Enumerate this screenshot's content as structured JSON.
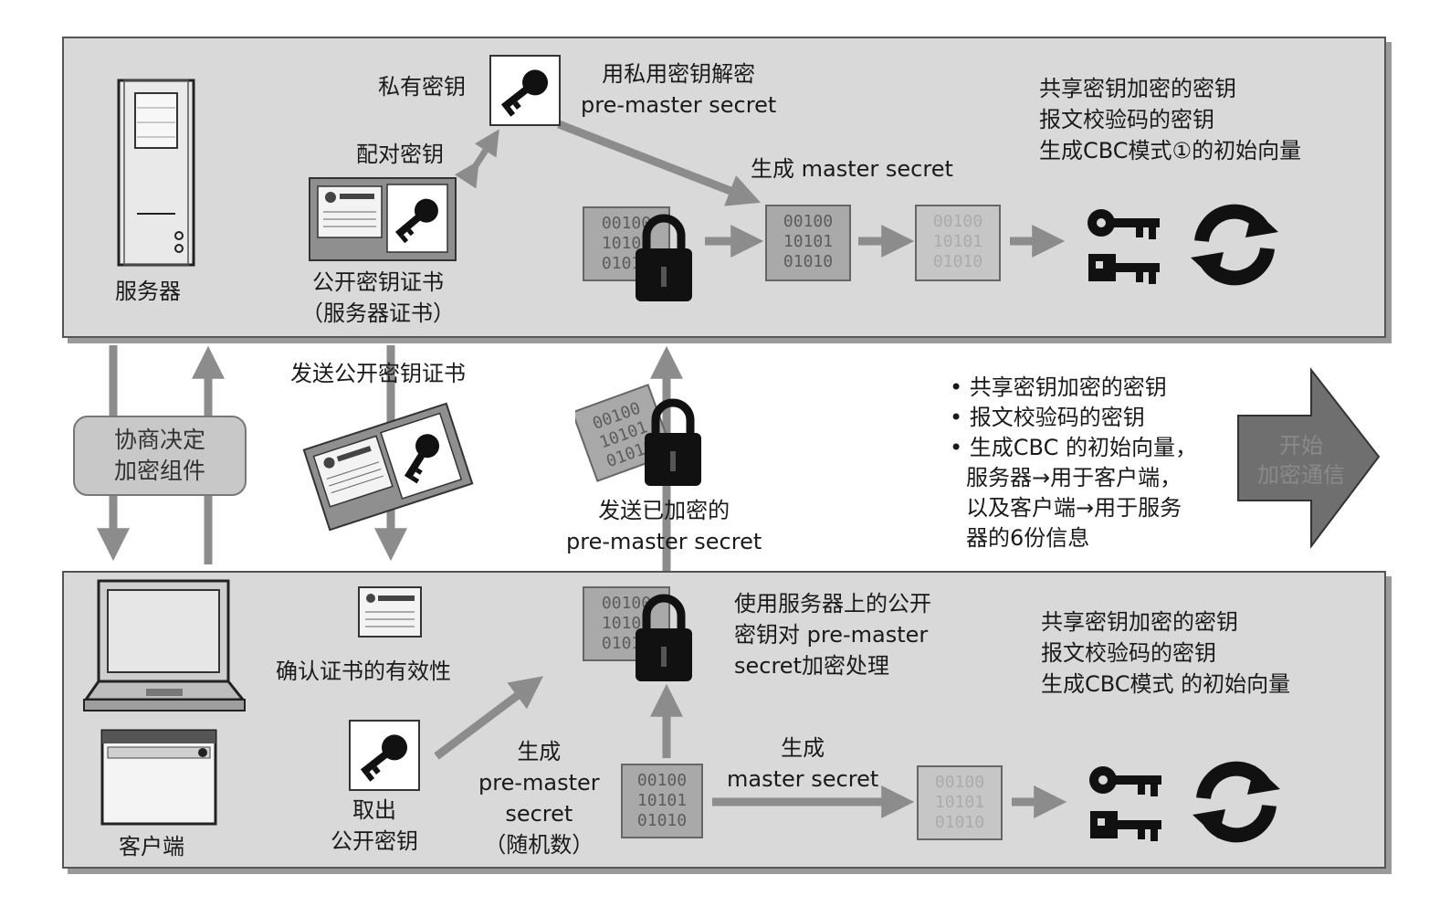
{
  "server": {
    "label": "服务器",
    "private_key": "私有密钥",
    "decrypt_line1": "用私用密钥解密",
    "decrypt_line2": "pre-master secret",
    "pair_key": "配对密钥",
    "cert_line1": "公开密钥证书",
    "cert_line2": "（服务器证书）",
    "gen_master": "生成 master secret",
    "keys_line1": "共享密钥加密的密钥",
    "keys_line2": "报文校验码的密钥",
    "keys_line3": "生成CBC模式①的初始向量"
  },
  "middle": {
    "negotiate_line1": "协商决定",
    "negotiate_line2": "加密组件",
    "send_cert": "发送公开密钥证书",
    "send_enc_line1": "发送已加密的",
    "send_enc_line2": "pre-master secret",
    "bullet1": "共享密钥加密的密钥",
    "bullet2": "报文校验码的密钥",
    "bullet3": "生成CBC 的初始向量，",
    "bullet3_cont1": "服务器→用于客户端，",
    "bullet3_cont2": "以及客户端→用于服务",
    "bullet3_cont3": "器的6份信息",
    "start_line1": "开始",
    "start_line2": "加密通信"
  },
  "client": {
    "label": "客户端",
    "verify_cert": "确认证书的有效性",
    "encrypt_line1": "使用服务器上的公开",
    "encrypt_line2": "密钥对 pre-master",
    "encrypt_line3": "secret加密处理",
    "take_key_line1": "取出",
    "take_key_line2": "公开密钥",
    "gen_pre_line1": "生成",
    "gen_pre_line2": "pre-master",
    "gen_pre_line3": "secret",
    "gen_pre_line4": "（随机数）",
    "gen_master_line1": "生成",
    "gen_master_line2": "master secret",
    "keys_line1": "共享密钥加密的密钥",
    "keys_line2": "报文校验码的密钥",
    "keys_line3": "生成CBC模式 的初始向量"
  },
  "binary": {
    "r1": "00100",
    "r2": "10101",
    "r3": "01010"
  },
  "colors": {
    "panel": "#d9d9d9",
    "arrow": "#8c8c8c",
    "key": "#111111"
  }
}
